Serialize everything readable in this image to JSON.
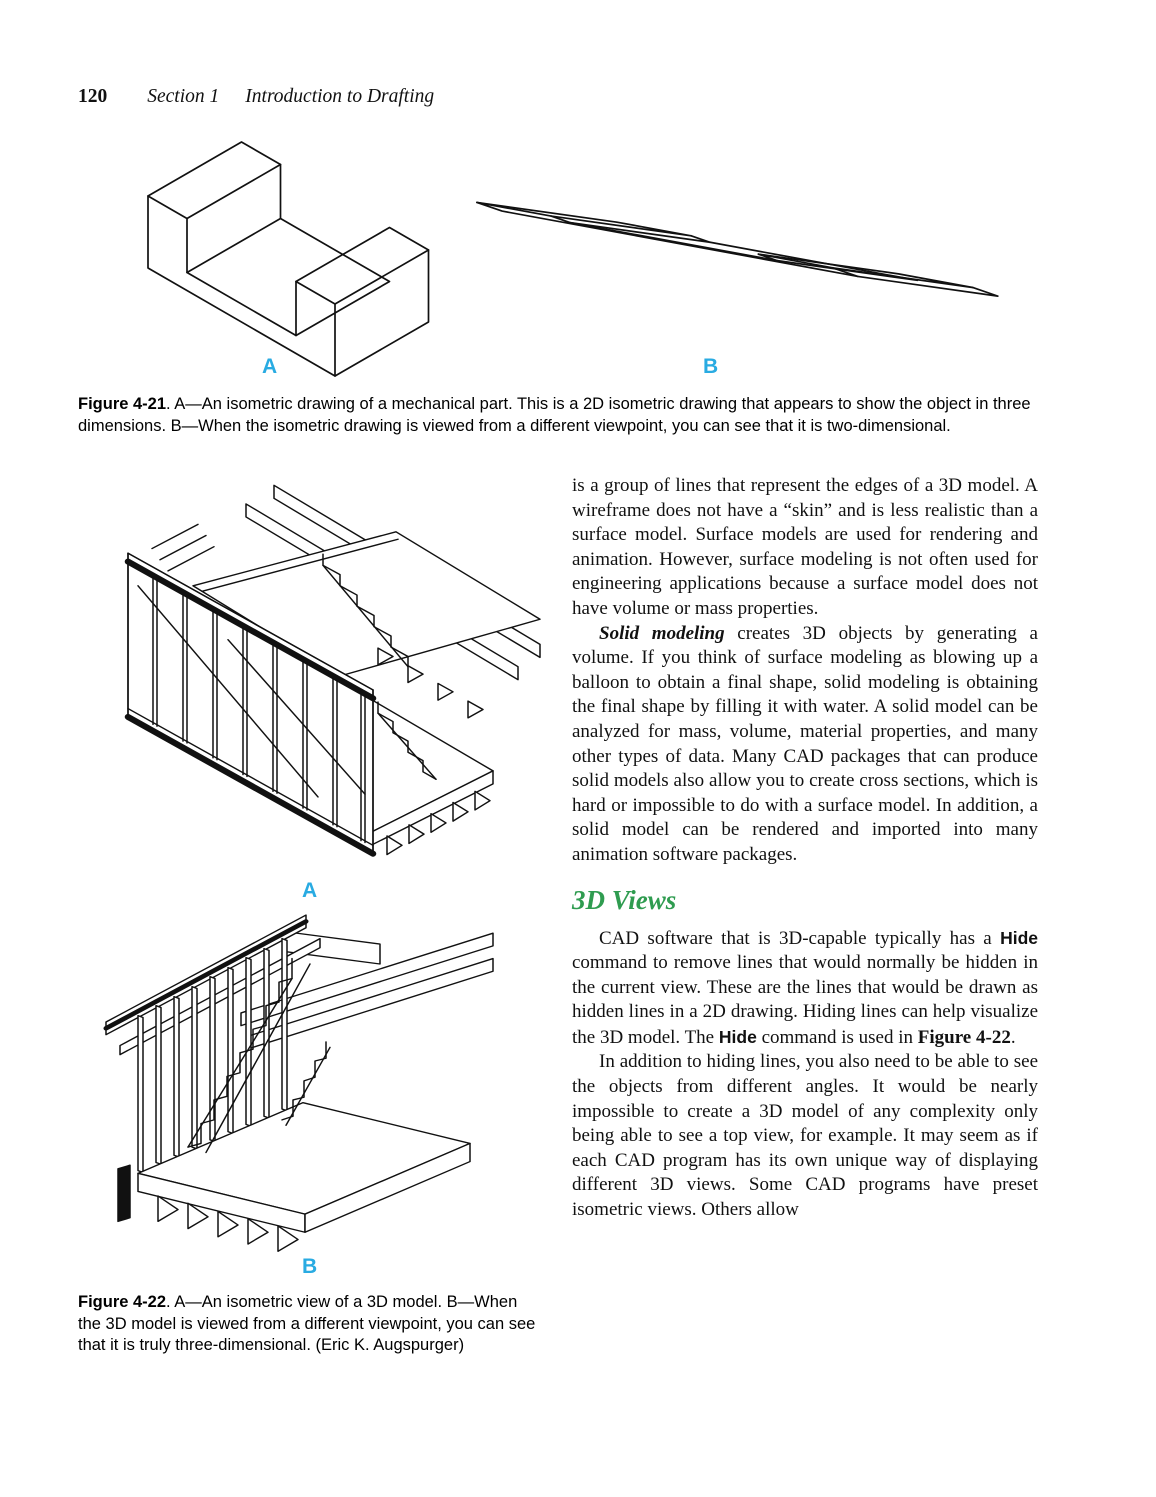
{
  "header": {
    "page_number": "120",
    "section": "Section 1",
    "title": "Introduction to Drafting"
  },
  "colors": {
    "figure_label": "#29abe2",
    "heading": "#2f9c50"
  },
  "figure_421": {
    "label_a": "A",
    "label_b": "B",
    "caption_title": "Figure 4-21",
    "caption_text": ". A—An isometric drawing of a mechanical part. This is a 2D isometric drawing that appears to show the object in three dimensions. B—When the isometric drawing is viewed from a different viewpoint, you can see that it is two-dimensional."
  },
  "figure_422": {
    "label_a": "A",
    "label_b": "B",
    "caption_title": "Figure 4-22",
    "caption_text": ". A—An isometric view of a 3D model. B—When the 3D model is viewed from a different viewpoint, you can see that it is truly three-dimensional. (Eric K. Augspurger)"
  },
  "article": {
    "para1": "is a group of lines that represent the edges of a 3D model. A wireframe does not have a “skin” and is less realistic than a surface model. Surface models are used for rendering and animation. However, surface modeling is not often used for engineering applications because a surface model does not have volume or mass properties.",
    "para2": {
      "lead": "Solid modeling",
      "text": " creates 3D objects by generating a volume. If you think of surface modeling as blowing up a balloon to obtain a final shape, solid modeling is obtaining the final shape by filling it with water. A solid model can be analyzed for mass, volume, material properties, and many other types of data. Many CAD packages that can produce solid models also allow you to create cross sections, which is hard or impossible to do with a surface model. In addition, a solid model can be rendered and imported into many animation software packages."
    },
    "heading": "3D Views",
    "para3": {
      "r0": "CAD software that is 3D-capable typically has a ",
      "hide1": "Hide",
      "r1": " command to remove lines that would normally be hidden in the current view. These are the lines that would be drawn as hidden lines in a 2D drawing. Hiding lines can help visualize the 3D model. The ",
      "hide2": "Hide",
      "r2": " command is used in ",
      "figref": "Figure 4-22",
      "r3": "."
    },
    "para4": "In addition to hiding lines, you also need to be able to see the objects from different angles. It would be nearly impossible to create a 3D model of any complexity only being able to see a top view, for example. It may seem as if each CAD program has its own unique way of displaying different 3D views. Some CAD programs have preset isometric views. Others allow"
  }
}
